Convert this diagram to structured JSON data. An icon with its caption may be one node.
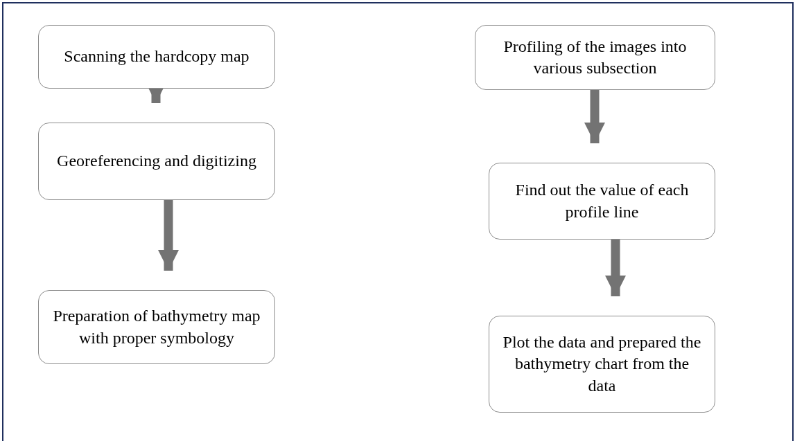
{
  "diagram": {
    "nodes": [
      {
        "text": [
          "Scanning the hardcopy map"
        ]
      },
      {
        "text": [
          "Georeferencing and digitizing"
        ]
      },
      {
        "text": [
          "Preparation of bathymetry map with proper symbology"
        ]
      },
      {
        "text": [
          "Profiling of the images into various subsection"
        ]
      },
      {
        "text": [
          "Find out the value of each profile line"
        ]
      },
      {
        "text": [
          "Plot the data and prepared the bathymetry chart from the data"
        ]
      }
    ],
    "edges": [
      {
        "from": 0,
        "to": 1,
        "arrow": "to"
      },
      {
        "from": 1,
        "to": 2,
        "arrow": "to"
      },
      {
        "from": 3,
        "to": 4,
        "arrow": "to"
      },
      {
        "from": 4,
        "to": 5,
        "arrow": "to"
      }
    ]
  }
}
